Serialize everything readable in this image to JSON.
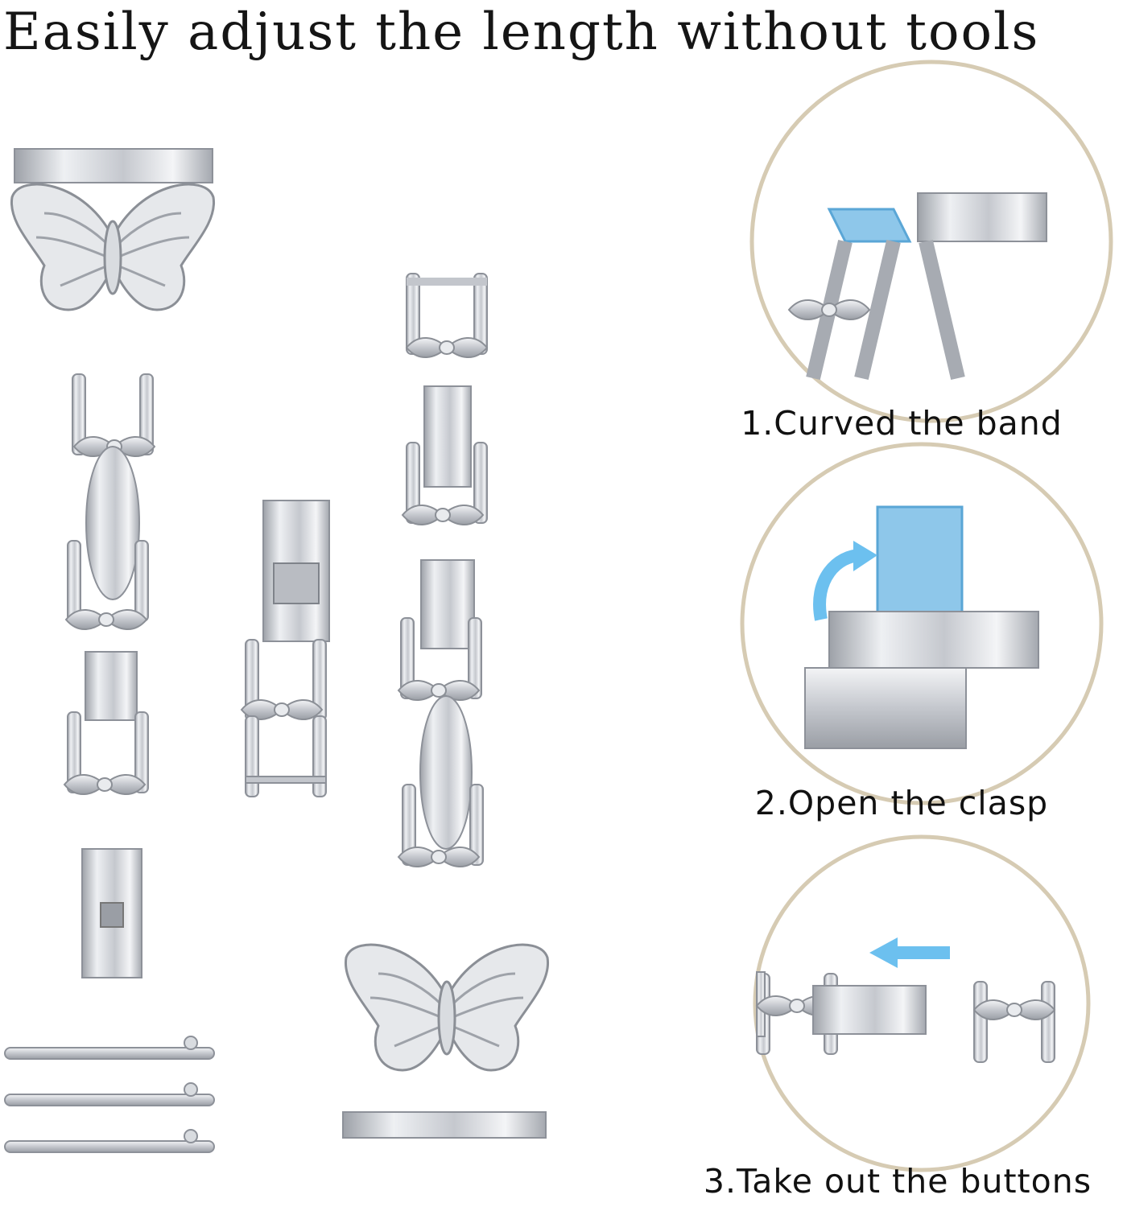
{
  "headline": "Easily adjust the length without tools",
  "steps": [
    {
      "label": "1.Curved the band"
    },
    {
      "label": "2.Open the clasp"
    },
    {
      "label": "3.Take out the buttons"
    }
  ],
  "colors": {
    "ring": "#d6cbb3",
    "metal_light": "#f2f3f5",
    "metal_mid": "#c9ccd2",
    "metal_dark": "#8d9199",
    "highlight_blue": "#8ec7ea",
    "arrow_blue": "#6cc0ef"
  },
  "icons": [
    "curved-arrow-icon",
    "left-arrow-icon"
  ]
}
